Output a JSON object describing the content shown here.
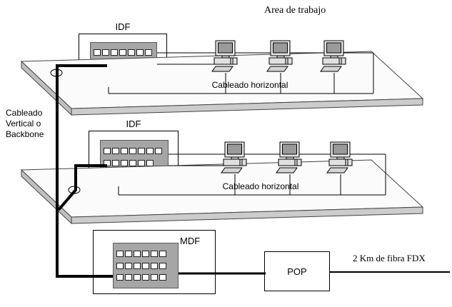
{
  "diagram": {
    "title": "Area de trabajo",
    "backbone_label": "Cableado Vertical o Backbone",
    "fiber_label": "2 Km de fibra FDX",
    "mdf_label": "MDF",
    "pop_label": "POP",
    "floors": [
      {
        "idf_label": "IDF",
        "horizontal_label": "Cableado horizontal"
      },
      {
        "idf_label": "IDF",
        "horizontal_label": "Cableado horizontal"
      }
    ],
    "colors": {
      "cable": "#000000",
      "panel": "#a6a6a6",
      "floor_edge": "#cccccc"
    }
  }
}
